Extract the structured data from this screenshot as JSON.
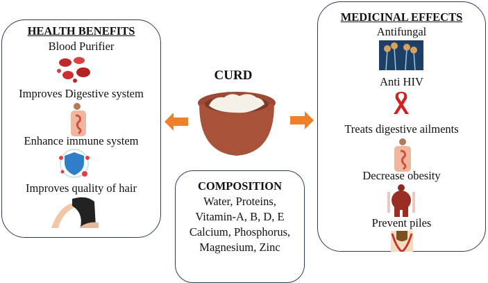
{
  "center": {
    "title": "CURD"
  },
  "health_benefits": {
    "title": "HEALTH BENEFITS",
    "items": [
      "Blood Purifier",
      "Improves Digestive system",
      "Enhance immune system",
      "Improves quality of hair"
    ]
  },
  "medicinal_effects": {
    "title": "MEDICINAL EFFECTS",
    "items": [
      "Antifungal",
      "Anti HIV",
      "Treats digestive ailments",
      "Decrease obesity",
      "Prevent piles"
    ]
  },
  "composition": {
    "title": "COMPOSITION",
    "lines": [
      "Water, Proteins,",
      "Vitamin-A, B, D, E",
      "Calcium, Phosphorus,",
      "Magnesium,  Zinc"
    ]
  },
  "colors": {
    "arrow": "#f07f2a",
    "border": "#2a3a5a",
    "pot": "#a8523a"
  }
}
